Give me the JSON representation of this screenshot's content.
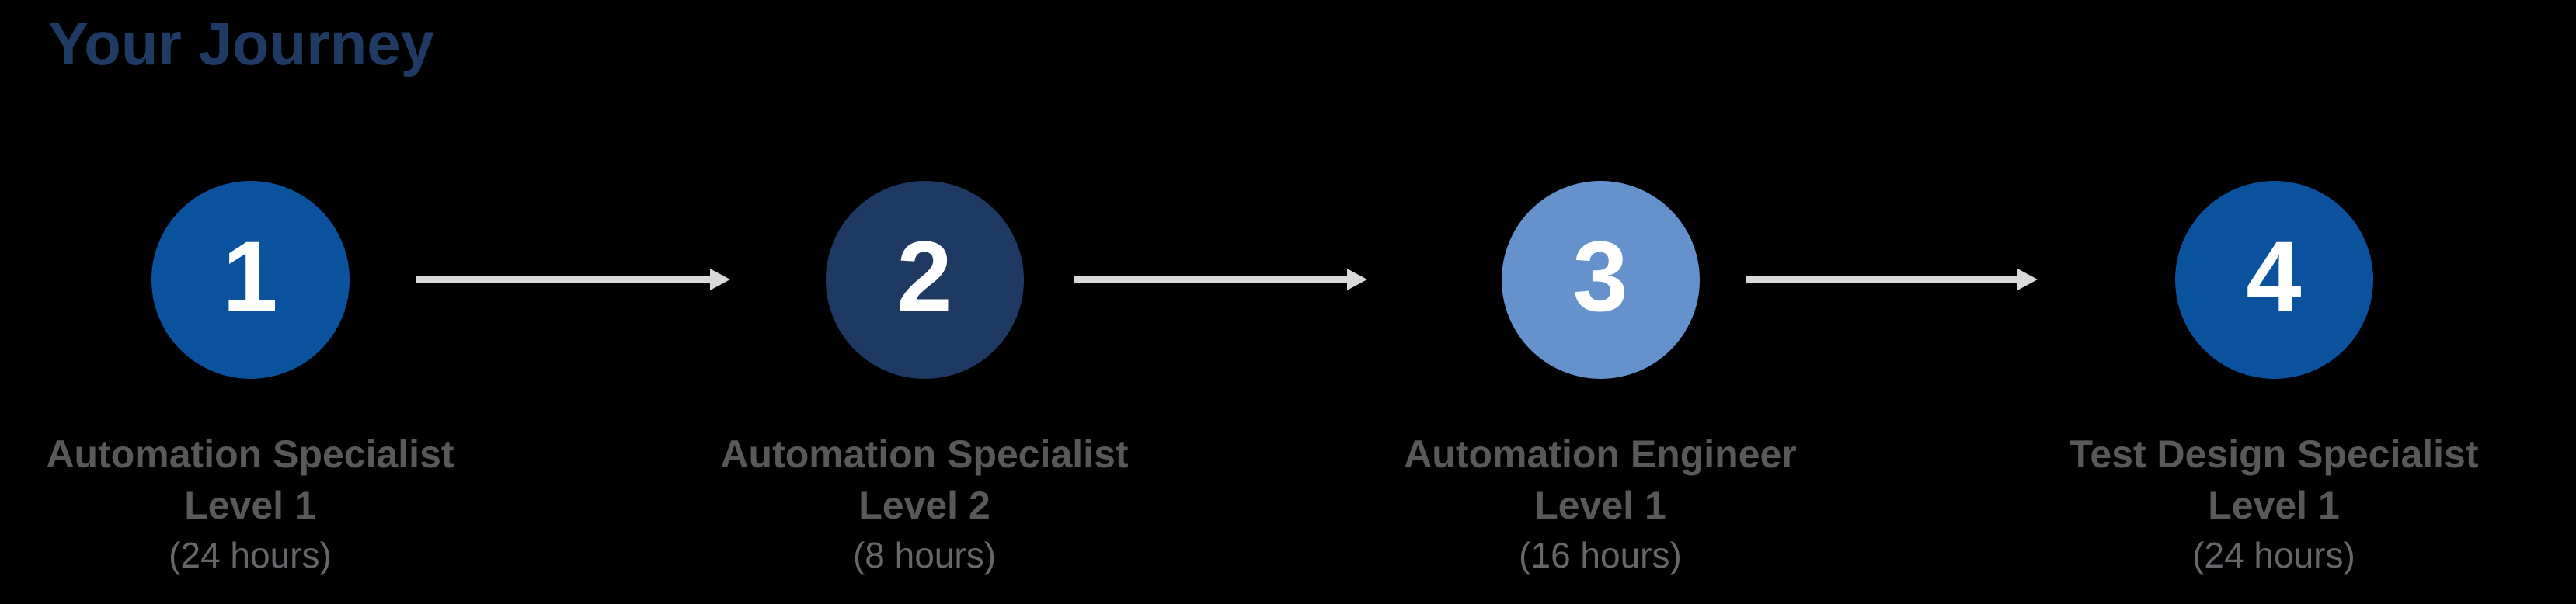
{
  "page": {
    "background_color": "#000000"
  },
  "header": {
    "title": "Your Journey",
    "title_color": "#1f3a63"
  },
  "journey": {
    "arrow_color": "#d9d9d9",
    "number_color": "#ffffff",
    "label_color": "#58595b",
    "duration_color": "#66676a",
    "steps": [
      {
        "number": "1",
        "circle_color": "#0a519e",
        "title_line1": "Automation Specialist",
        "title_line2": "Level 1",
        "duration": "(24 hours)"
      },
      {
        "number": "2",
        "circle_color": "#1e3a62",
        "title_line1": "Automation Specialist",
        "title_line2": "Level 2",
        "duration": "(8 hours)"
      },
      {
        "number": "3",
        "circle_color": "#6592cd",
        "title_line1": "Automation Engineer",
        "title_line2": "Level 1",
        "duration": "(16 hours)"
      },
      {
        "number": "4",
        "circle_color": "#0a519e",
        "title_line1": "Test Design Specialist",
        "title_line2": "Level 1",
        "duration": "(24 hours)"
      }
    ]
  }
}
